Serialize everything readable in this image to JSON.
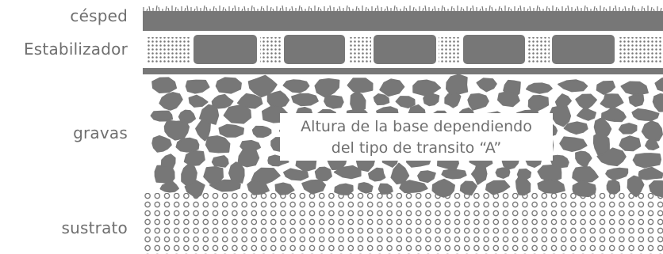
{
  "layers": [
    {
      "id": "cesped",
      "label": "césped"
    },
    {
      "id": "estabilizador",
      "label": "Estabilizador"
    },
    {
      "id": "gravas",
      "label": "gravas"
    },
    {
      "id": "sustrato",
      "label": "sustrato"
    }
  ],
  "annotation": {
    "text": "Altura de la base dependiendo\ndel tipo de transito  “A”"
  },
  "colors": {
    "layer_fill": "#777777",
    "text": "#6f6f6f",
    "background": "#ffffff"
  }
}
